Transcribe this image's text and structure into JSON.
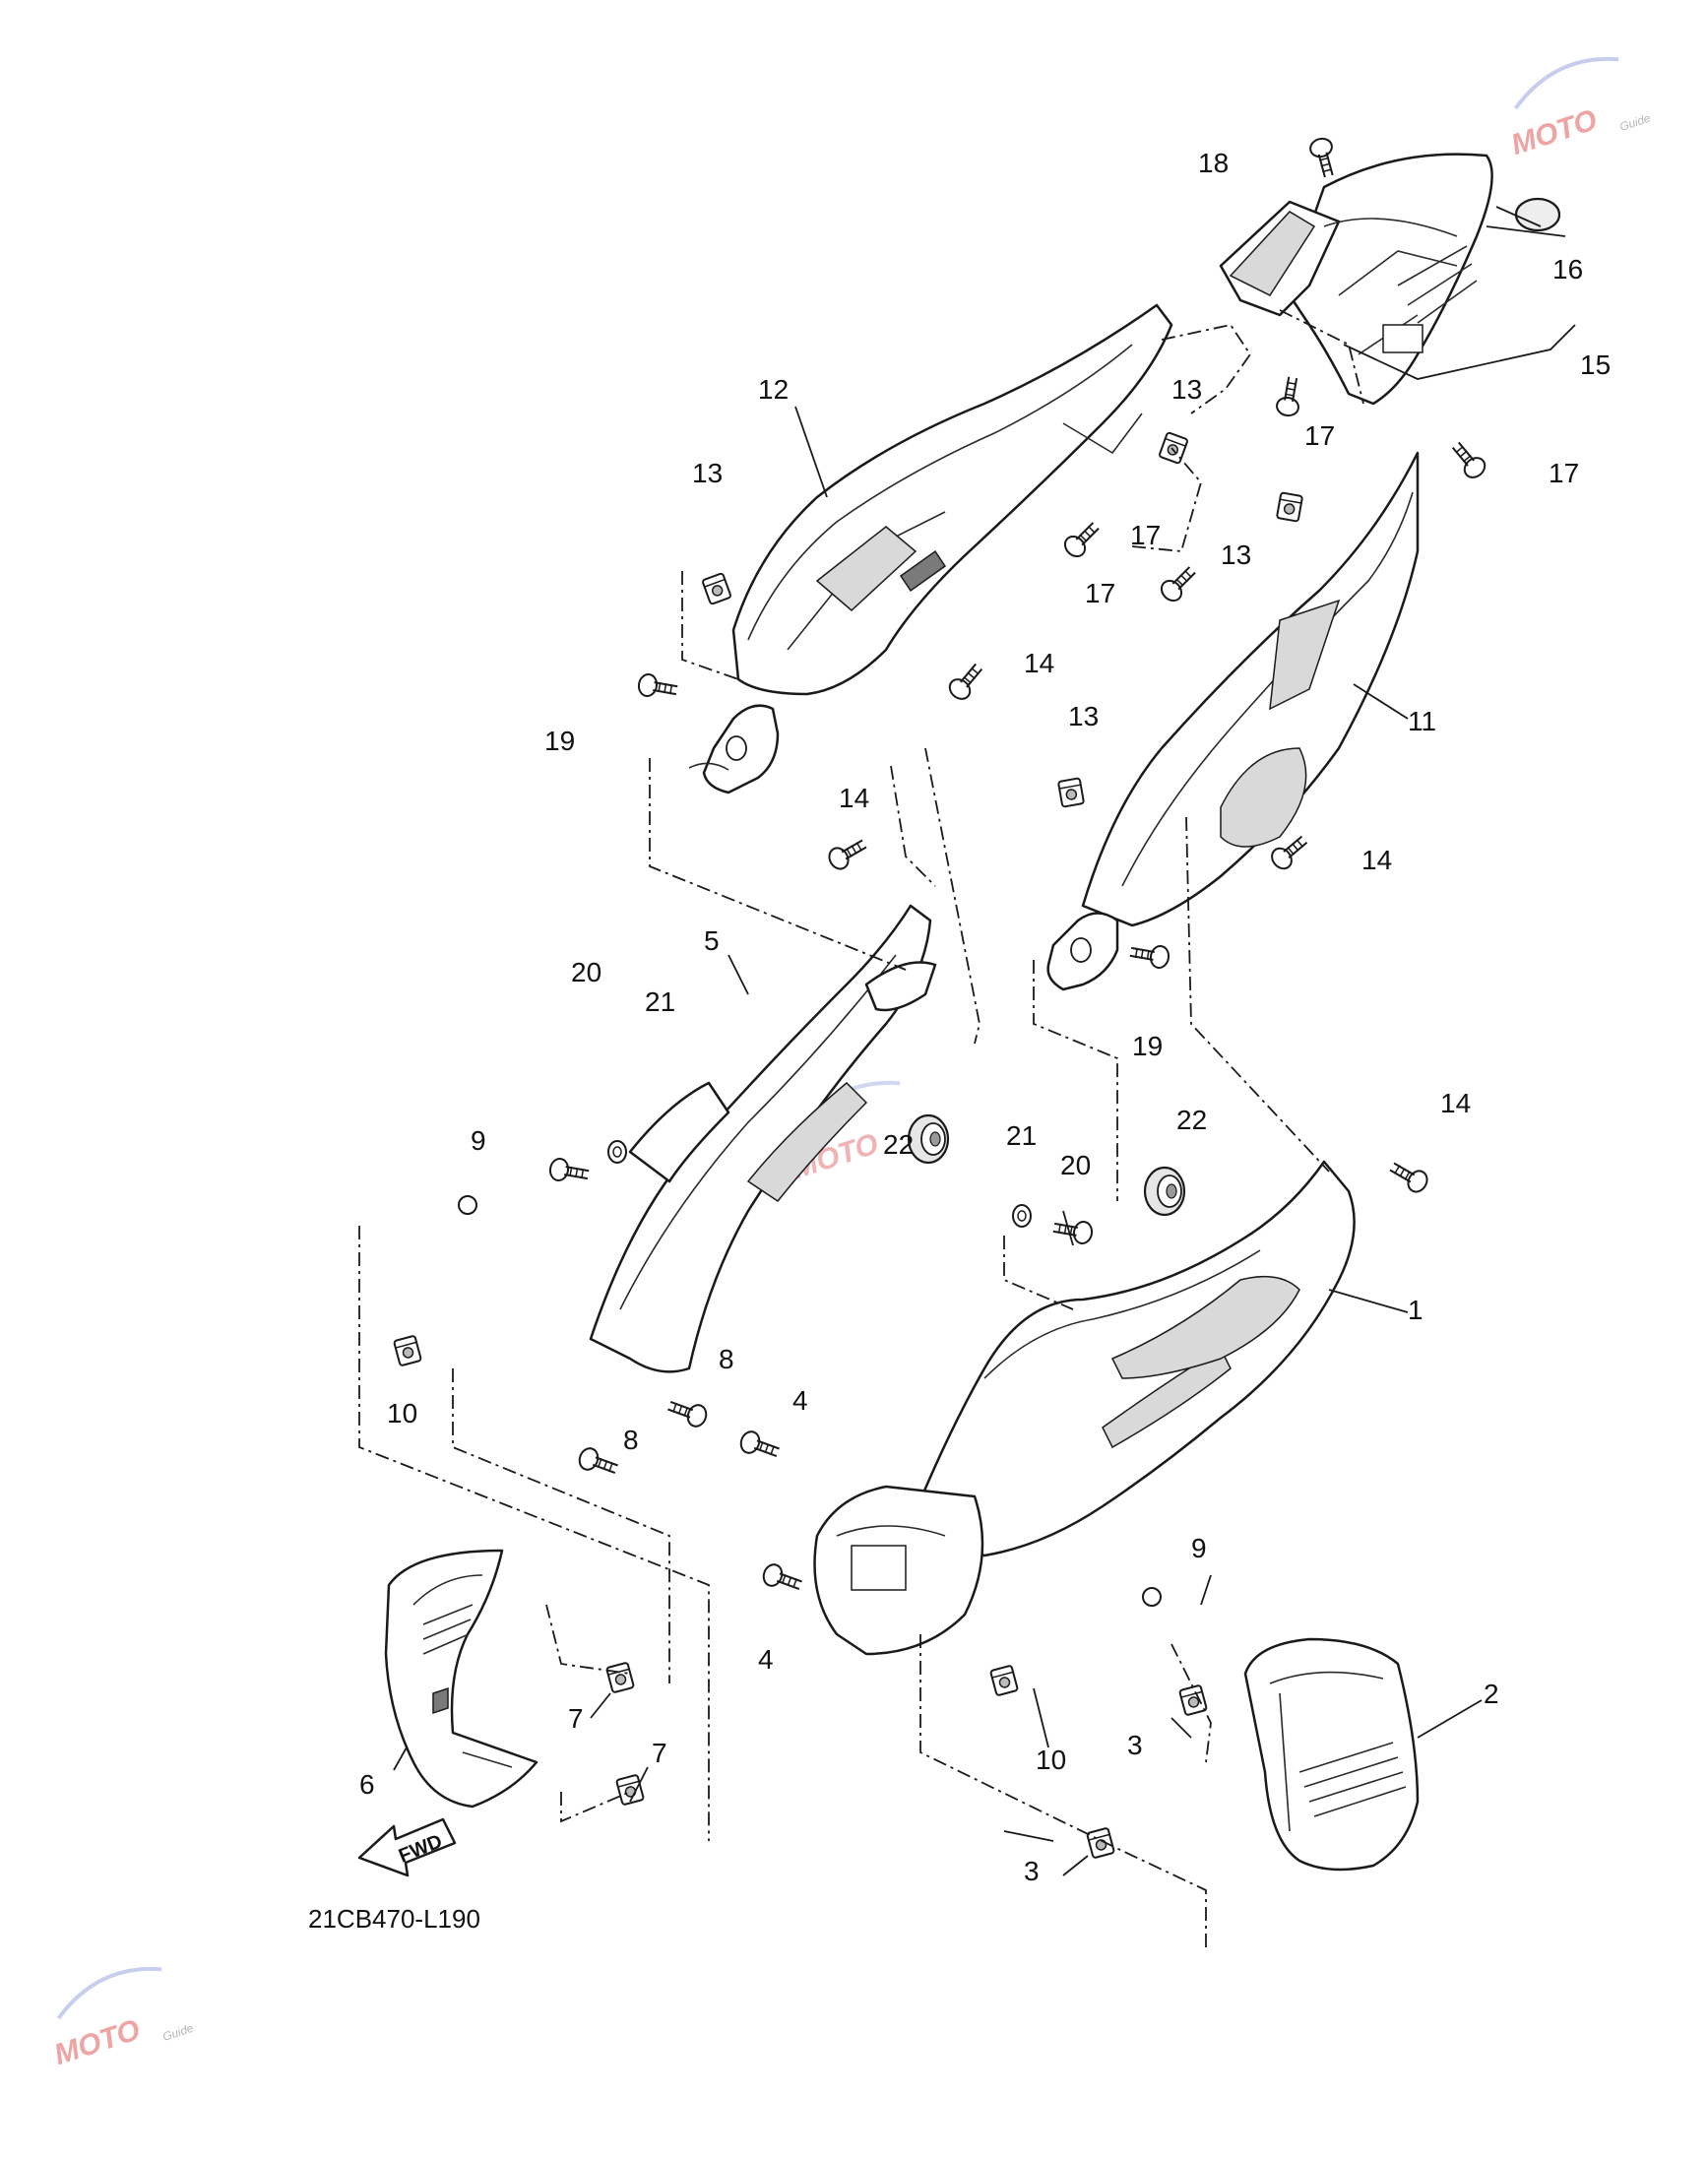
{
  "diagram": {
    "drawing_code": "21CB470-L190",
    "direction_label": "FWD",
    "watermark": {
      "text": "MOTO",
      "subtext": "Guide"
    },
    "callouts": {
      "c1": "1",
      "c2": "2",
      "c3a": "3",
      "c3b": "3",
      "c4a": "4",
      "c4b": "4",
      "c5": "5",
      "c6": "6",
      "c7a": "7",
      "c7b": "7",
      "c8a": "8",
      "c8b": "8",
      "c9a": "9",
      "c9b": "9",
      "c10a": "10",
      "c10b": "10",
      "c11": "11",
      "c12": "12",
      "c13a": "13",
      "c13b": "13",
      "c13c": "13",
      "c13d": "13",
      "c14a": "14",
      "c14b": "14",
      "c14c": "14",
      "c14d": "14",
      "c15": "15",
      "c16": "16",
      "c17a": "17",
      "c17b": "17",
      "c17c": "17",
      "c17d": "17",
      "c18": "18",
      "c19a": "19",
      "c19b": "19",
      "c20a": "20",
      "c20b": "20",
      "c21a": "21",
      "c21b": "21",
      "c22a": "22",
      "c22b": "22"
    }
  }
}
